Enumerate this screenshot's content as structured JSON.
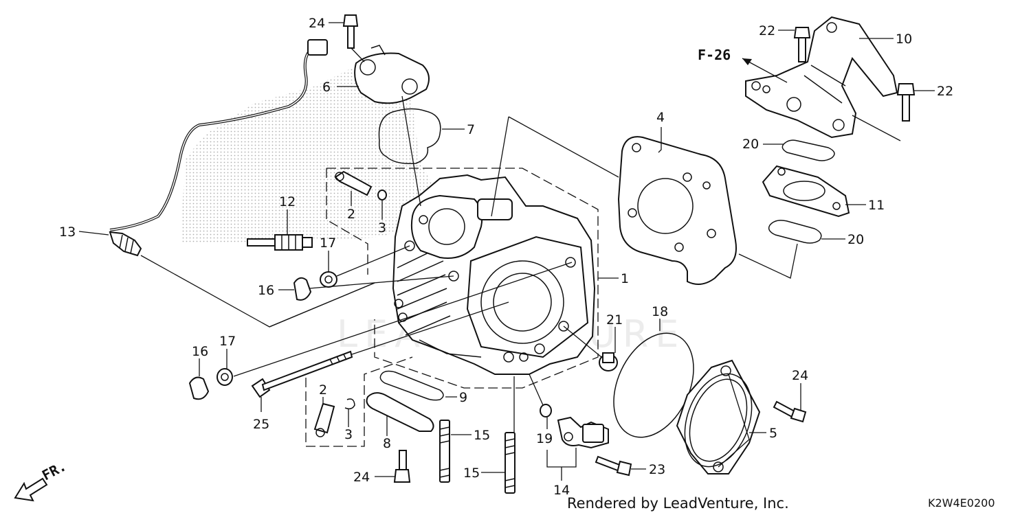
{
  "diagram": {
    "callouts": {
      "c1": "1",
      "c2a": "2",
      "c2b": "2",
      "c3a": "3",
      "c3b": "3",
      "c4": "4",
      "c5": "5",
      "c6": "6",
      "c7": "7",
      "c8": "8",
      "c9": "9",
      "c10": "10",
      "c11": "11",
      "c12": "12",
      "c13": "13",
      "c14": "14",
      "c15a": "15",
      "c15b": "15",
      "c16a": "16",
      "c16b": "16",
      "c17a": "17",
      "c17b": "17",
      "c18": "18",
      "c19": "19",
      "c20a": "20",
      "c20b": "20",
      "c21": "21",
      "c22a": "22",
      "c22b": "22",
      "c23": "23",
      "c24a": "24",
      "c24b": "24",
      "c24c": "24",
      "c25": "25"
    },
    "section_ref": "F-26",
    "direction_label": "FR.",
    "footer_credit": "Rendered by LeadVenture, Inc.",
    "diagram_code": "K2W4E0200",
    "watermark": "LEADVENTURE"
  }
}
